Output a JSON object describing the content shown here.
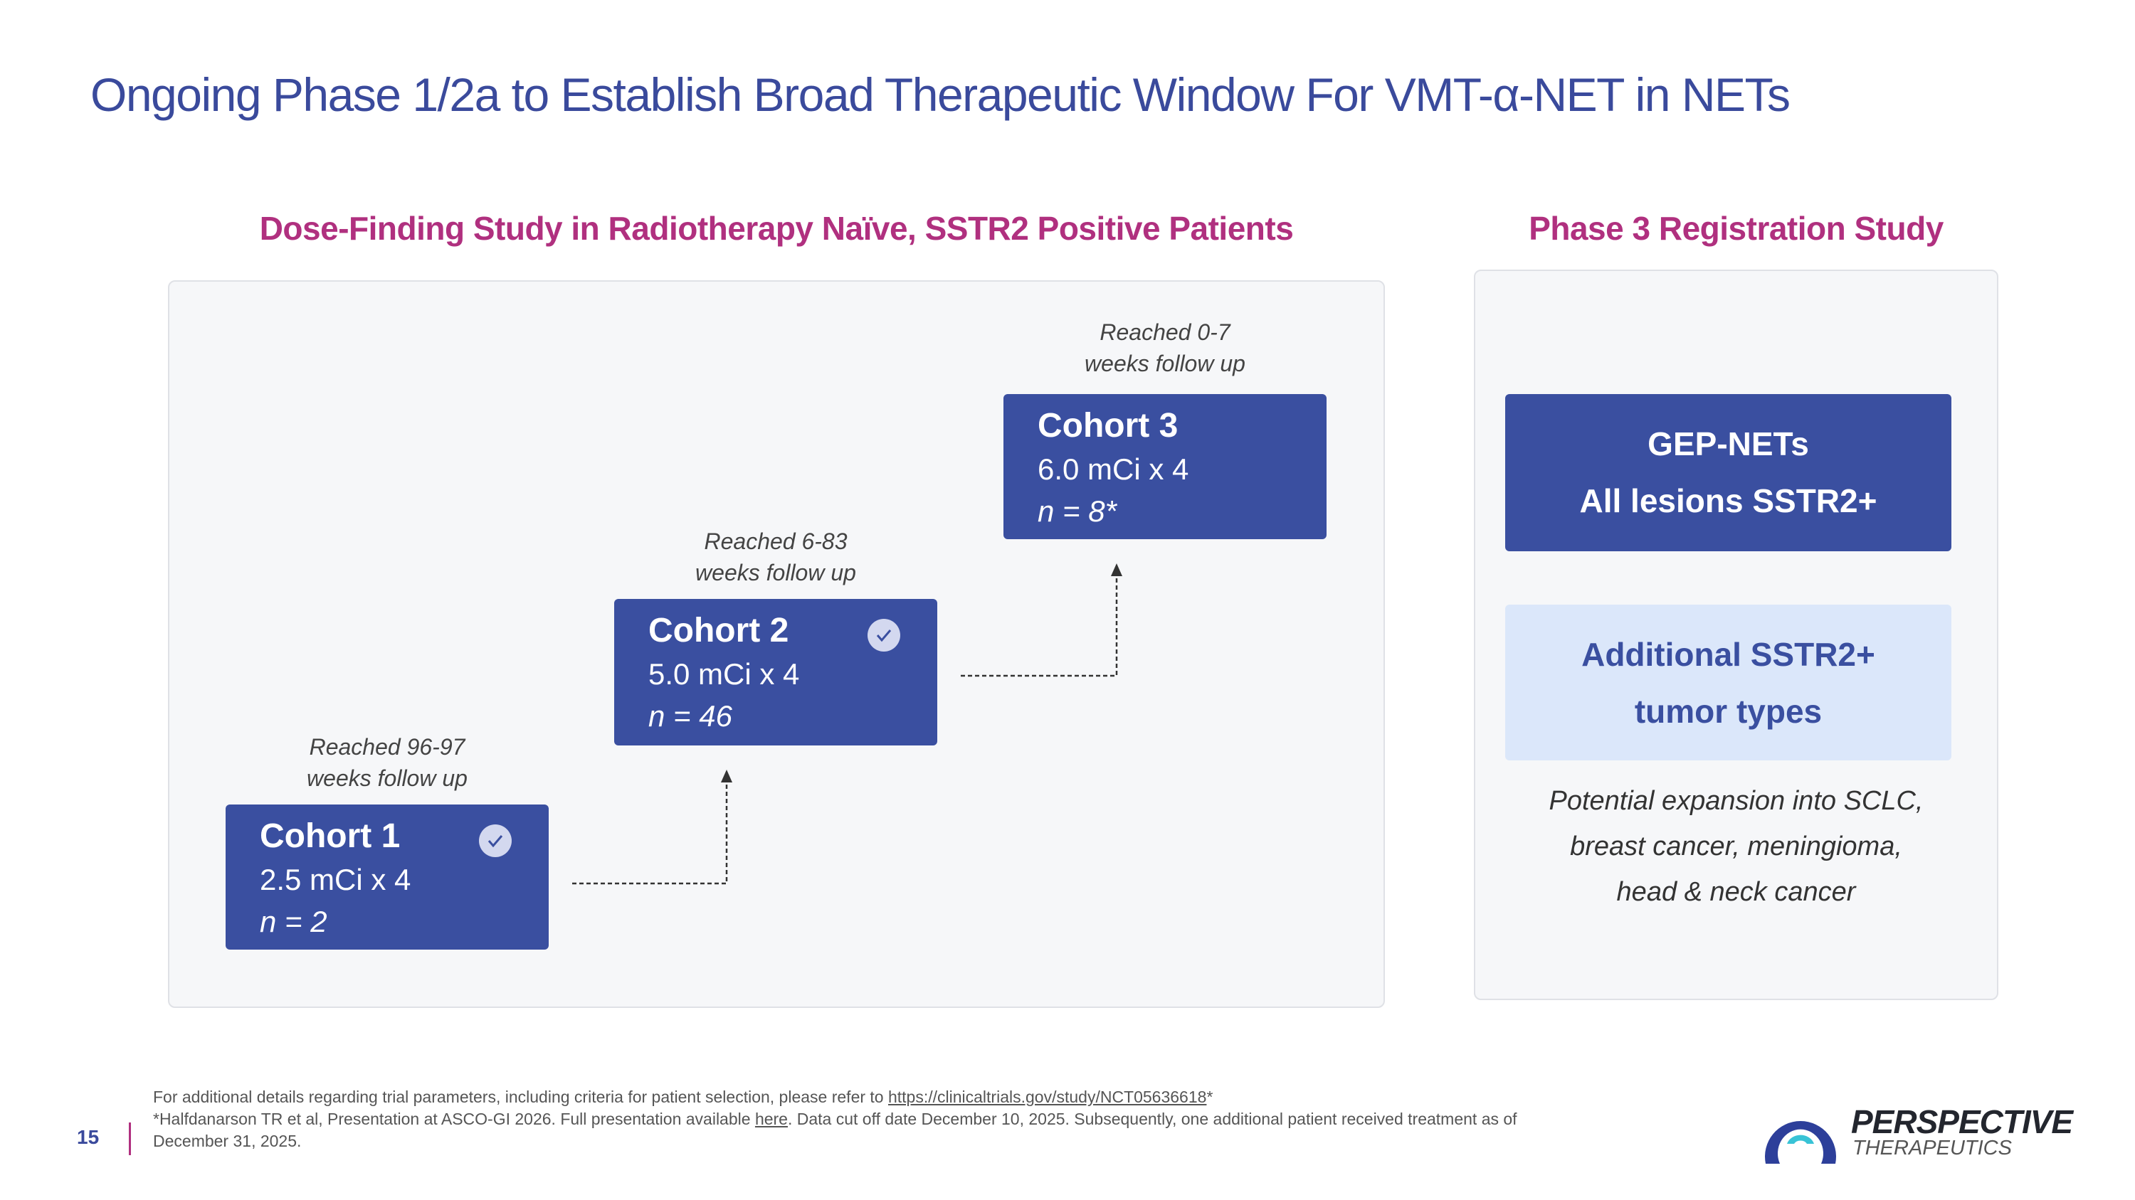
{
  "title": "Ongoing Phase 1/2a to Establish Broad Therapeutic Window For VMT-α-NET in NETs",
  "left_section": {
    "heading": "Dose-Finding Study in Radiotherapy Naïve, SSTR2 Positive Patients",
    "cohorts": [
      {
        "name": "Cohort 1",
        "dose": "2.5 mCi x 4",
        "n": "n = 2",
        "completed": true,
        "followup_line1": "Reached 96-97",
        "followup_line2": "weeks follow up"
      },
      {
        "name": "Cohort 2",
        "dose": "5.0 mCi x 4",
        "n": "n = 46",
        "completed": true,
        "followup_line1": "Reached 6-83",
        "followup_line2": "weeks follow up"
      },
      {
        "name": "Cohort 3",
        "dose": "6.0 mCi x 4",
        "n": "n = 8*",
        "completed": false,
        "followup_line1": "Reached 0-7",
        "followup_line2": "weeks follow up"
      }
    ]
  },
  "right_section": {
    "heading": "Phase 3 Registration Study",
    "primary_box": {
      "line1": "GEP-NETs",
      "line2": "All lesions SSTR2+"
    },
    "secondary_box": {
      "line1": "Additional SSTR2+",
      "line2": "tumor types"
    },
    "expansion": {
      "line1": "Potential expansion into SCLC,",
      "line2": "breast cancer, meningioma,",
      "line3": "head & neck cancer"
    }
  },
  "footer": {
    "page_number": "15",
    "line1_text": "For additional details regarding trial parameters, including criteria for patient selection, please refer to ",
    "line1_link": "https://clinicaltrials.gov/study/NCT05636618",
    "line1_suffix": "*",
    "line2_text": "*Halfdanarson TR et al, Presentation at ASCO-GI 2026. Full presentation available ",
    "line2_link": "here",
    "line2_suffix": ". Data cut off date December 10, 2025. Subsequently, one additional patient received treatment as of",
    "line3_text": "December 31, 2025."
  },
  "logo": {
    "brand": "PERSPECTIVE",
    "tagline": "THERAPEUTICS"
  },
  "colors": {
    "title": "#3a4a9c",
    "heading": "#b0307f",
    "cohort_box": "#3a4fa0",
    "light_box": "#dbe7fa",
    "panel": "#f6f7f9"
  }
}
